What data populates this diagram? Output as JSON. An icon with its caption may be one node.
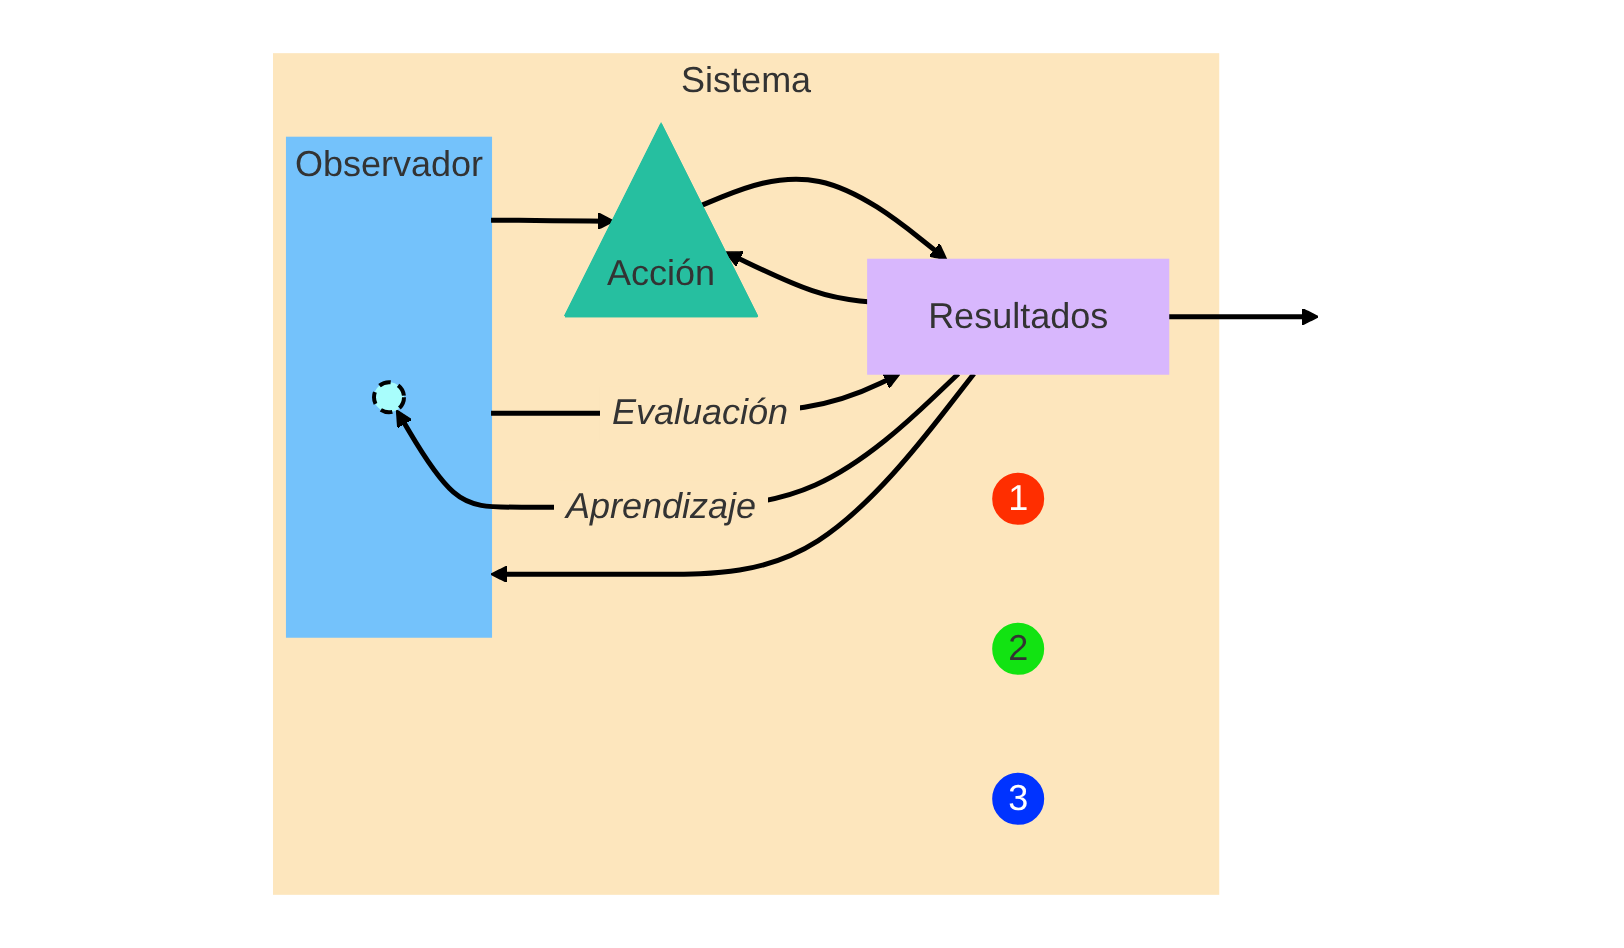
{
  "diagram": {
    "nodes": [
      {
        "text": [
          "Sistema"
        ]
      },
      {
        "text": [
          "Observador"
        ],
        "in": 0
      },
      {
        "text": [],
        "shape": "circle",
        "in": 1
      },
      {
        "text": [
          "Acción"
        ],
        "in": 0
      },
      {
        "text": [
          "Resultados"
        ],
        "in": 0
      },
      {
        "text": [
          "1"
        ],
        "in": 0
      },
      {
        "text": [
          "2"
        ],
        "in": 0
      },
      {
        "text": [
          "3"
        ],
        "in": 0
      }
    ],
    "edges": [
      {
        "from": 1,
        "to": 3,
        "arrow": "to"
      },
      {
        "from": 1,
        "to": 4,
        "arrow": "to",
        "label": "Evaluación"
      },
      {
        "from": 3,
        "to": 4,
        "arrow": "to"
      },
      {
        "from": 4,
        "to": null,
        "arrow": "to"
      },
      {
        "from": 4,
        "to": 3,
        "arrow": "to"
      },
      {
        "from": 4,
        "to": 1,
        "arrow": "to"
      },
      {
        "from": 4,
        "to": 2,
        "arrow": "to",
        "label": "Aprendizaje"
      }
    ]
  }
}
